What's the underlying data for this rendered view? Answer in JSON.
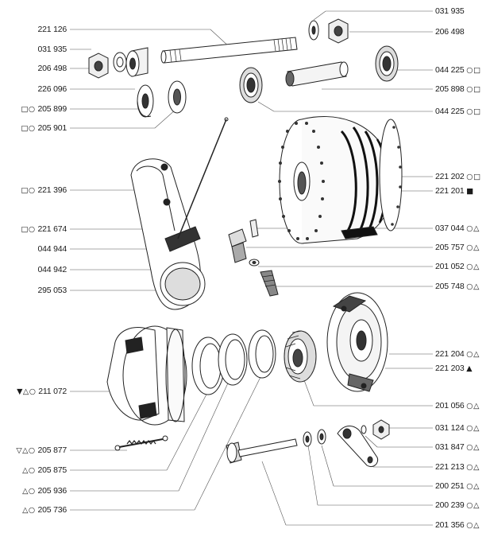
{
  "labels_left": [
    {
      "part": "221 126",
      "marks": ""
    },
    {
      "part": "031 935",
      "marks": ""
    },
    {
      "part": "206 498",
      "marks": ""
    },
    {
      "part": "226 096",
      "marks": ""
    },
    {
      "part": "205 899",
      "marks": "□○"
    },
    {
      "part": "205 901",
      "marks": "□○"
    },
    {
      "part": "221 396",
      "marks": "□○"
    },
    {
      "part": "221 674",
      "marks": "□○"
    },
    {
      "part": "044 944",
      "marks": ""
    },
    {
      "part": "044 942",
      "marks": ""
    },
    {
      "part": "295 053",
      "marks": ""
    },
    {
      "part": "211 072",
      "marks": "▼△○"
    },
    {
      "part": "205 877",
      "marks": "▽△○"
    },
    {
      "part": "205 875",
      "marks": "△○"
    },
    {
      "part": "205 936",
      "marks": "△○"
    },
    {
      "part": "205 736",
      "marks": "△○"
    }
  ],
  "labels_right": [
    {
      "part": "031 935",
      "marks": ""
    },
    {
      "part": "206 498",
      "marks": ""
    },
    {
      "part": "044 225",
      "marks": "○□"
    },
    {
      "part": "205 898",
      "marks": "○□"
    },
    {
      "part": "044 225",
      "marks": "○□"
    },
    {
      "part": "221 202",
      "marks": "○□"
    },
    {
      "part": "221 201",
      "marks": "■"
    },
    {
      "part": "037 044",
      "marks": "○△"
    },
    {
      "part": "205 757",
      "marks": "○△"
    },
    {
      "part": "201 052",
      "marks": "○△"
    },
    {
      "part": "205 748",
      "marks": "○△"
    },
    {
      "part": "221 204",
      "marks": "○△"
    },
    {
      "part": "221 203",
      "marks": "▲"
    },
    {
      "part": "201 056",
      "marks": "○△"
    },
    {
      "part": "031 124",
      "marks": "○△"
    },
    {
      "part": "031 847",
      "marks": "○△"
    },
    {
      "part": "221 213",
      "marks": "○△"
    },
    {
      "part": "200 251",
      "marks": "○△"
    },
    {
      "part": "200 239",
      "marks": "○△"
    },
    {
      "part": "201 356",
      "marks": "○△"
    }
  ]
}
